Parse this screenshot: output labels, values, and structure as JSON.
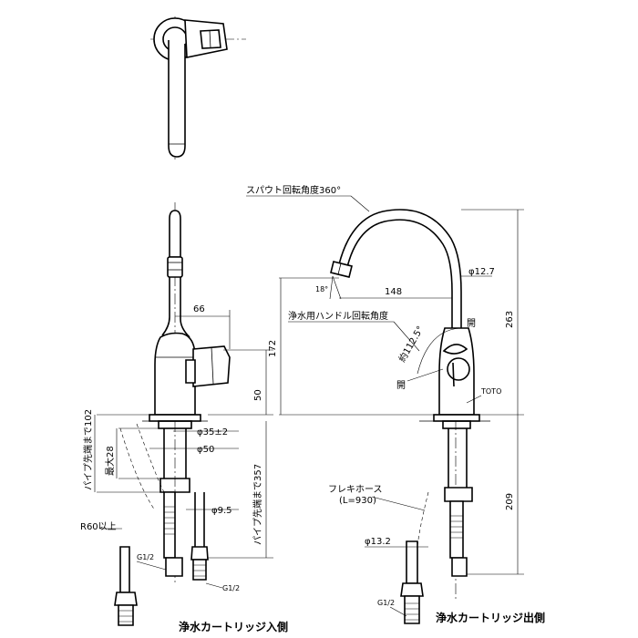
{
  "labels": {
    "spout_rotation": "スパウト回転角度360°",
    "angle_18": "18°",
    "dia_12_7": "φ12.7",
    "dim_148": "148",
    "handle_rotation": "浄水用ハンドル回転角度",
    "approx_angle": "約112.5°",
    "open_top": "開",
    "open_bottom": "開",
    "toto": "TOTO",
    "dim_172": "172",
    "dim_263": "263",
    "dim_209": "209",
    "dim_66": "66",
    "dim_50": "50",
    "dia_35": "φ35±2",
    "dia_50": "φ50",
    "pipe_tip_102": "パイプ先端まで102",
    "max_28": "最大28",
    "pipe_tip_357": "パイプ先端まで357",
    "dia_9_5": "φ9.5",
    "r60": "R60以上",
    "g12_left1": "G1/2",
    "g12_left2": "G1/2",
    "g12_right": "G1/2",
    "flex_hose": "フレキホース",
    "flex_len": "(L=930)",
    "dia_13_2": "φ13.2",
    "inlet_side": "浄水カートリッジ入側",
    "outlet_side": "浄水カートリッジ出側"
  }
}
